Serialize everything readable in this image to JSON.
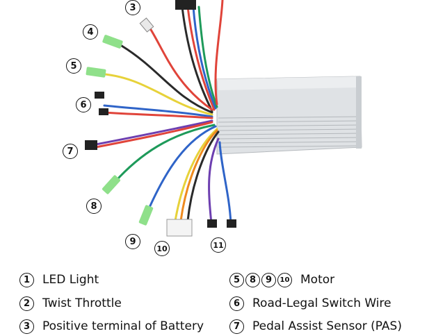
{
  "callouts": [
    "3",
    "4",
    "5",
    "6",
    "7",
    "8",
    "9",
    "10",
    "11"
  ],
  "legend": [
    {
      "nums": [
        "1"
      ],
      "text": "LED Light"
    },
    {
      "nums": [
        "2"
      ],
      "text": "Twist Throttle"
    },
    {
      "nums": [
        "3"
      ],
      "text": "Positive terminal of Battery"
    },
    {
      "nums": [
        "5",
        "8",
        "9",
        "10"
      ],
      "text": "Motor"
    },
    {
      "nums": [
        "6"
      ],
      "text": "Road-Legal Switch Wire"
    },
    {
      "nums": [
        "7"
      ],
      "text": "Pedal Assist Sensor (PAS)"
    }
  ],
  "colors": {
    "controller_body": "#d9dcdf",
    "wire_yellow": "#e7d23a",
    "wire_red": "#e0443a",
    "wire_black": "#2a2a2a",
    "wire_blue": "#2f64c8",
    "wire_green": "#1e9a5a",
    "wire_purple": "#6d3fb0",
    "wire_orange": "#ee8a1e",
    "connector_green": "#8fe08a"
  }
}
